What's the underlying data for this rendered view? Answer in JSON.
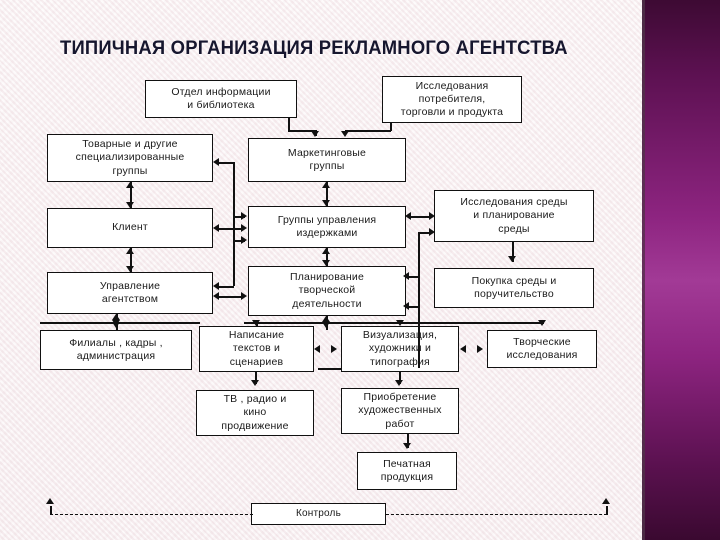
{
  "slide": {
    "title": "ТИПИЧНАЯ ОРГАНИЗАЦИЯ РЕКЛАМНОГО АГЕНТСТВА",
    "background_color": "#f6ecef",
    "accent_band_color": "#8d2480",
    "title_color": "#16162e"
  },
  "diagram": {
    "type": "organizational-flowchart",
    "boxes": [
      {
        "id": "info_dept",
        "label": "Отдел информации\nи библиотека"
      },
      {
        "id": "consumer_res",
        "label": "Исследования\nпотребителя,\nторговли и продукта"
      },
      {
        "id": "product_groups",
        "label": "Товарные и другие\nспециализированные\nгруппы"
      },
      {
        "id": "marketing",
        "label": "Маркетинговые\nгруппы"
      },
      {
        "id": "client",
        "label": "Клиент"
      },
      {
        "id": "cost_mgmt",
        "label": "Группы управления\nиздержками"
      },
      {
        "id": "media_res",
        "label": "Исследования среды\nи планирование\nсреды"
      },
      {
        "id": "agency_mgmt",
        "label": "Управление\nагентством"
      },
      {
        "id": "creative_plan",
        "label": "Планирование\nтворческой\nдеятельности"
      },
      {
        "id": "media_buy",
        "label": "Покупка среды и\nпоручительство"
      },
      {
        "id": "branches",
        "label": "Филиалы , кадры ,\nадминистрация"
      },
      {
        "id": "copywriting",
        "label": "Написание\nтекстов и\nсценариев"
      },
      {
        "id": "visual",
        "label": "Визуализация,\nхудожники и\nтипография"
      },
      {
        "id": "creative_res",
        "label": "Творческие\nисследования"
      },
      {
        "id": "tv_radio",
        "label": "ТВ , радио  и\nкино\nпродвижение"
      },
      {
        "id": "art_buy",
        "label": "Приобретение\nхудожественных\nработ"
      },
      {
        "id": "print",
        "label": "Печатная\nпродукция"
      },
      {
        "id": "control",
        "label": "Контроль"
      }
    ]
  }
}
